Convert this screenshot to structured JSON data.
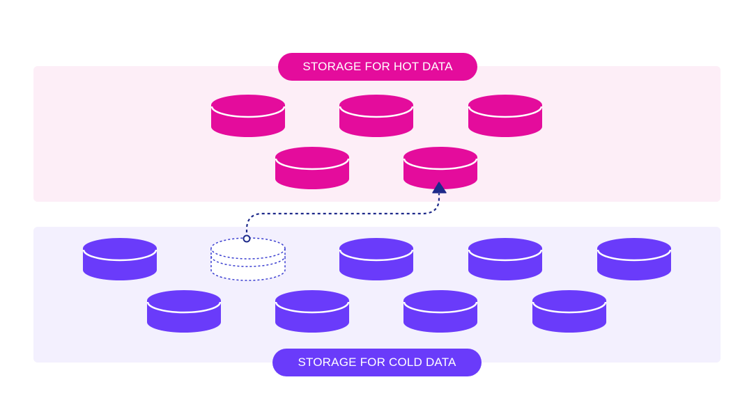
{
  "hot_storage": {
    "label": "STORAGE FOR HOT DATA",
    "color": "#e40c9c",
    "background": "#fdeef7",
    "disk_count": 5
  },
  "cold_storage": {
    "label": "STORAGE FOR COLD DATA",
    "color": "#6a3bfa",
    "background": "#f3f0fe",
    "disk_count": 8,
    "vacated_slot": "dashed"
  },
  "migration_arrow": {
    "color": "#1e2a8a",
    "style": "dotted",
    "direction": "cold-to-hot"
  }
}
